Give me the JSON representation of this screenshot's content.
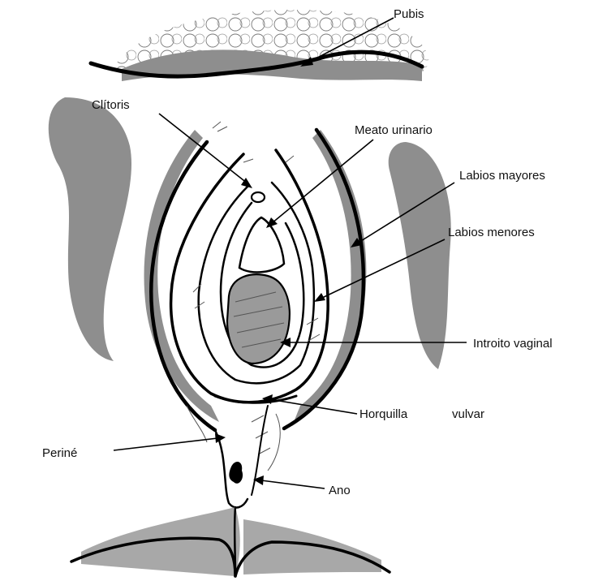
{
  "labels": {
    "pubis": "Pubis",
    "clitoris": "Clítoris",
    "meato_urinario": "Meato urinario",
    "labios_mayores": "Labios mayores",
    "labios_menores": "Labios menores",
    "introito_vaginal": "Introito vaginal",
    "horquilla": "Horquilla",
    "vulvar": "vulvar",
    "perine": "Periné",
    "ano": "Ano"
  },
  "colors": {
    "line": "#000000",
    "shade": "#8e8e8e",
    "background": "#ffffff"
  }
}
